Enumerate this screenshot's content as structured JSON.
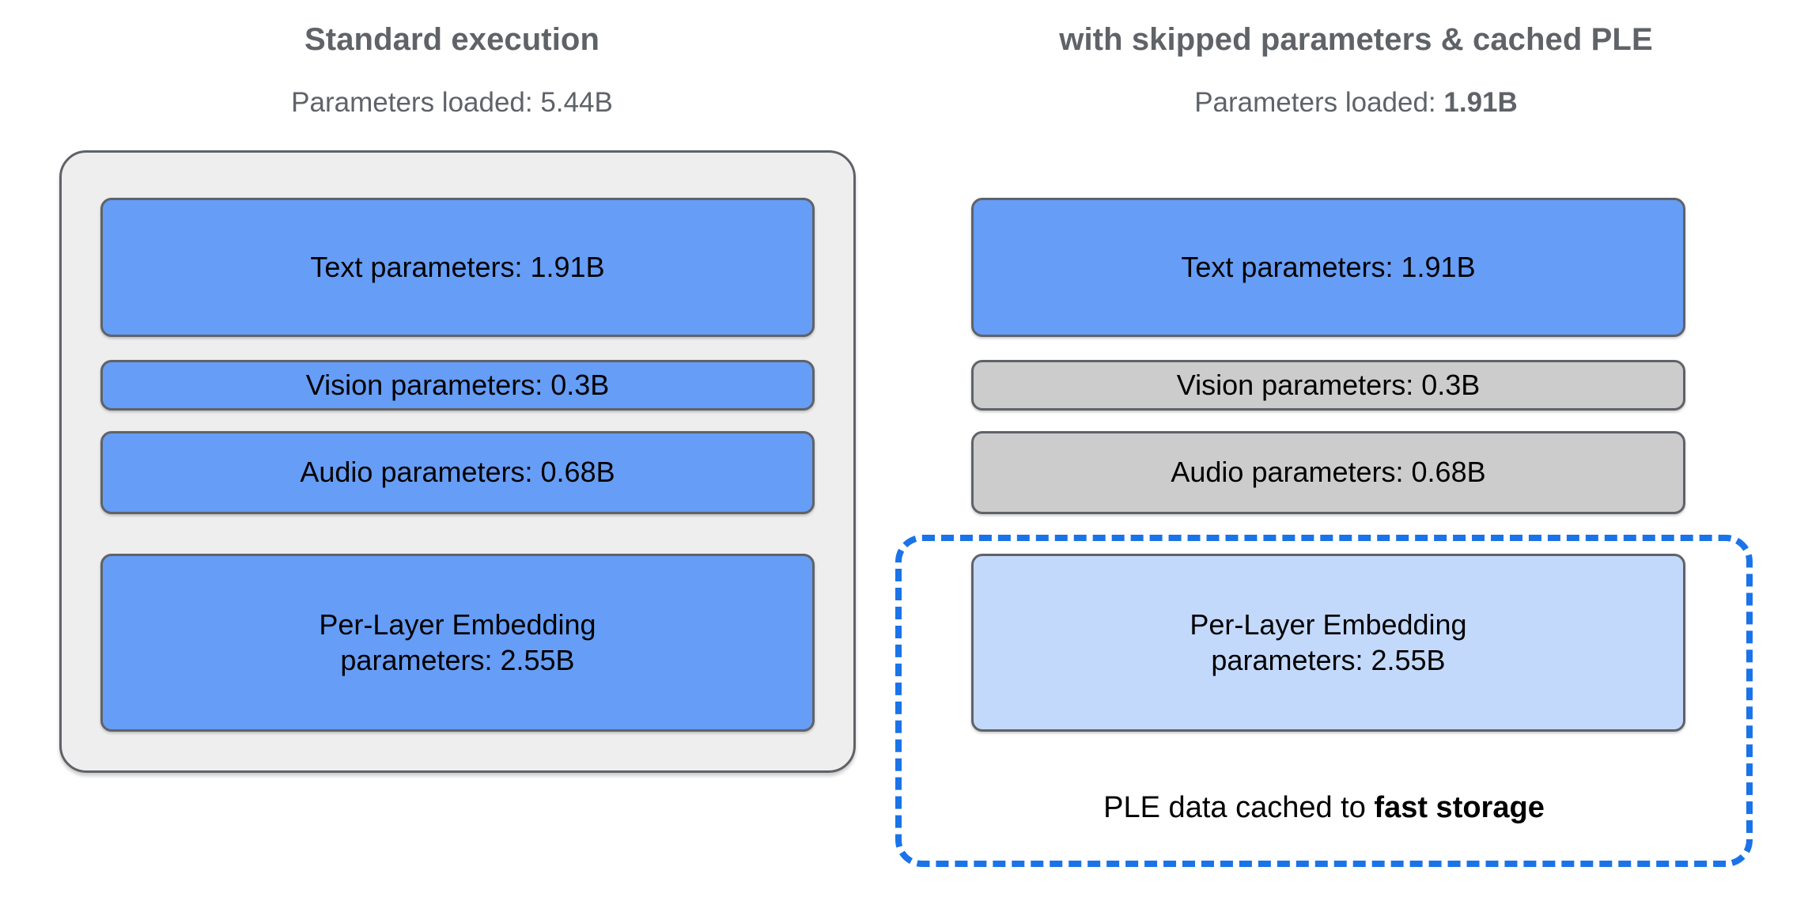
{
  "diagram": {
    "title_semantics": "parameter-loading-comparison",
    "colors": {
      "active_block": "#669df6",
      "skipped_block": "#cccccc",
      "cached_block": "#c3d9fc",
      "container_fill": "#eeeeee",
      "container_border": "#5f6368",
      "highlight_dashed": "#1a73e8",
      "heading_text": "#5f6368",
      "block_text": "#000000"
    },
    "panels": [
      {
        "id": "standard",
        "title": "Standard execution",
        "subtitle_prefix": "Parameters loaded: ",
        "subtitle_value": "5.44B",
        "subtitle_value_bold": false,
        "blocks": [
          {
            "id": "text",
            "label": "Text parameters: 1.91B",
            "value": "1.91B",
            "state": "loaded"
          },
          {
            "id": "vision",
            "label": "Vision parameters: 0.3B",
            "value": "0.3B",
            "state": "loaded"
          },
          {
            "id": "audio",
            "label": "Audio parameters: 0.68B",
            "value": "0.68B",
            "state": "loaded"
          },
          {
            "id": "ple",
            "label": "Per-Layer Embedding\nparameters: 2.55B",
            "line1": "Per-Layer Embedding",
            "line2": "parameters: 2.55B",
            "value": "2.55B",
            "state": "loaded"
          }
        ]
      },
      {
        "id": "optimized",
        "title": "with skipped parameters & cached PLE",
        "subtitle_prefix": "Parameters loaded: ",
        "subtitle_value": "1.91B",
        "subtitle_value_bold": true,
        "blocks": [
          {
            "id": "text",
            "label": "Text parameters: 1.91B",
            "value": "1.91B",
            "state": "loaded"
          },
          {
            "id": "vision",
            "label": "Vision parameters: 0.3B",
            "value": "0.3B",
            "state": "skipped"
          },
          {
            "id": "audio",
            "label": "Audio parameters: 0.68B",
            "value": "0.68B",
            "state": "skipped"
          },
          {
            "id": "ple",
            "label": "Per-Layer Embedding\nparameters: 2.55B",
            "line1": "Per-Layer Embedding",
            "line2": "parameters: 2.55B",
            "value": "2.55B",
            "state": "cached"
          }
        ]
      }
    ],
    "cache_highlight": {
      "caption_prefix": "PLE data cached to ",
      "caption_emphasis": "fast storage"
    }
  }
}
